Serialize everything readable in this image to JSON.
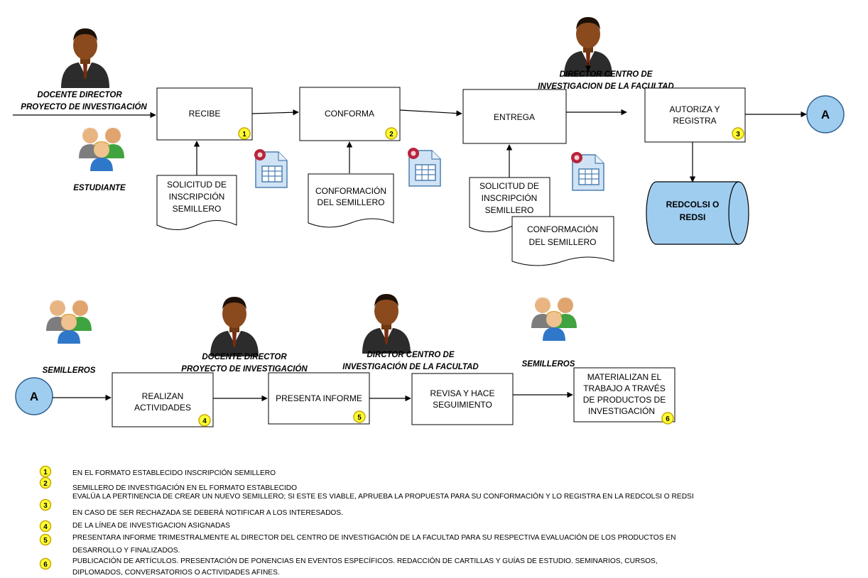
{
  "roles": {
    "docente_top_1": "DOCENTE DIRECTOR",
    "docente_top_2": "PROYECTO DE INVESTIGACIÓN",
    "estudiante": "ESTUDIANTE",
    "director_top_1": "DIRECTOR CENTRO DE",
    "director_top_2": "INVESTIGACION DE LA FACULTAD",
    "semilleros_left": "SEMILLEROS",
    "docente_bottom_1": "DOCENTE DIRECTOR",
    "docente_bottom_2": "PROYECTO DE INVESTIGACIÓN",
    "director_bottom_1": "DIRCTOR CENTRO DE",
    "director_bottom_2": "INVESTIGACIÓN DE LA FACULTAD",
    "semilleros_right": "SEMILLEROS"
  },
  "process": {
    "recibe": "RECIBE",
    "conforma": "CONFORMA",
    "entrega": "ENTREGA",
    "autoriza_1": "AUTORIZA Y",
    "autoriza_2": "REGISTRA",
    "realizan_1": "REALIZAN",
    "realizan_2": "ACTIVIDADES",
    "presenta": "PRESENTA INFORME",
    "revisa_1": "REVISA Y HACE",
    "revisa_2": "SEGUIMIENTO",
    "materializan_1": "MATERIALIZAN EL",
    "materializan_2": "TRABAJO A TRAVÉS",
    "materializan_3": "DE PRODUCTOS DE",
    "materializan_4": "INVESTIGACIÓN"
  },
  "documents": {
    "solicitud1_1": "SOLICITUD DE",
    "solicitud1_2": "INSCRIPCIÓN",
    "solicitud1_3": "SEMILLERO",
    "conformacion1_1": "CONFORMACIÓN",
    "conformacion1_2": "DEL SEMILLERO",
    "solicitud2_1": "SOLICITUD DE",
    "solicitud2_2": "INSCRIPCIÓN",
    "solicitud2_3": "SEMILLERO",
    "conformacion2_1": "CONFORMACIÓN",
    "conformacion2_2": "DEL SEMILLERO"
  },
  "database": {
    "line1": "REDCOLSI O",
    "line2": "REDSI"
  },
  "connectors": {
    "a_top": "A",
    "a_bottom": "A"
  },
  "badges": [
    "1",
    "2",
    "3",
    "4",
    "5",
    "6"
  ],
  "notes": [
    {
      "num": "1",
      "lines": [
        "EN EL FORMATO ESTABLECIDO INSCRIPCIÓN SEMILLERO"
      ]
    },
    {
      "num": "2",
      "lines": [
        "SEMILLERO DE INVESTIGACIÓN EN EL FORMATO ESTABLECIDO"
      ]
    },
    {
      "num": "3",
      "lines": [
        "EVALÚA LA PERTINENCIA DE CREAR UN NUEVO SEMILLERO; SI ESTE ES VIABLE, APRUEBA LA PROPUESTA PARA SU CONFORMACIÓN Y LO REGISTRA EN LA REDCOLSI O REDSI",
        "EN CASO DE SER RECHAZADA SE DEBERÁ NOTIFICAR A LOS INTERESADOS."
      ]
    },
    {
      "num": "4",
      "lines": [
        "DE LA LÍNEA DE INVESTIGACION ASIGNADAS"
      ]
    },
    {
      "num": "5",
      "lines": [
        "PRESENTARA INFORME TRIMESTRALMENTE AL DIRECTOR DEL CENTRO DE INVESTIGACIÓN DE LA FACULTAD PARA SU RESPECTIVA EVALUACIÓN DE LOS PRODUCTOS EN",
        "DESARROLLO Y FINALIZADOS."
      ]
    },
    {
      "num": "6",
      "lines": [
        "PUBLICACIÓN DE ARTÍCULOS. PRESENTACIÓN DE PONENCIAS EN EVENTOS ESPECÍFICOS. REDACCIÓN DE CARTILLAS Y GUÍAS DE ESTUDIO. SEMINARIOS, CURSOS,",
        "DIPLOMADOS, CONVERSATORIOS O ACTIVIDADES AFINES."
      ]
    }
  ],
  "colors": {
    "badge_fill": "#ffff33",
    "badge_stroke": "#c9a800",
    "connector_fill": "#9fcdf0",
    "connector_stroke": "#2e5f8f",
    "database_fill": "#9fcdf0",
    "skin": "#8a4a1e",
    "suit": "#2c2c2c",
    "doc_icon_fill": "#cfe3f5",
    "doc_icon_stroke": "#4d7fb0"
  },
  "icons": {
    "person": "businessman-icon",
    "group": "users-group-icon",
    "spreadsheet": "spreadsheet-document-icon"
  }
}
